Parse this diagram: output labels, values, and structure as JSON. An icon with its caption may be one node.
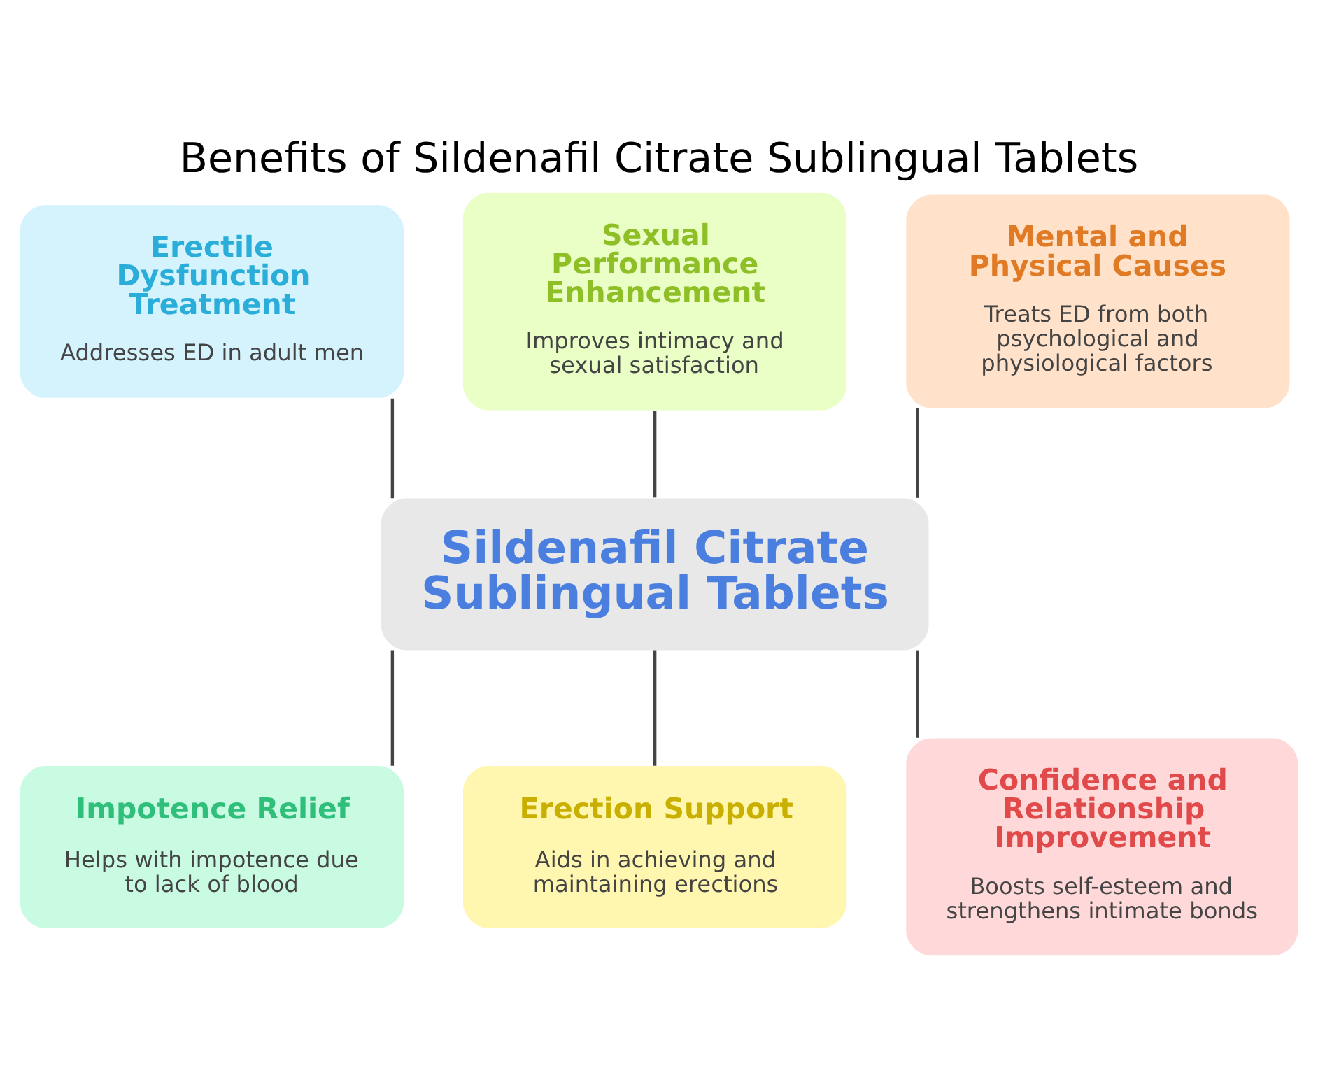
{
  "diagram": {
    "title": "Benefits of Sildenafil Citrate Sublingual Tablets",
    "nodes": [
      {
        "text": [
          "Erectile Dysfunction Treatment",
          "Addresses ED in adult men"
        ]
      },
      {
        "text": [
          "Sexual Performance Enhancement",
          "Improves intimacy and sexual satisfaction"
        ]
      },
      {
        "text": [
          "Mental and Physical Causes",
          "Treats ED from both psychological and physiological factors"
        ]
      },
      {
        "text": [
          "Sildenafil Citrate Sublingual Tablets"
        ]
      },
      {
        "text": [
          "Impotence Relief",
          "Helps with impotence due to lack of blood"
        ]
      },
      {
        "text": [
          "Erection Support",
          "Aids in achieving and maintaining erections"
        ]
      },
      {
        "text": [
          "Confidence and Relationship Improvement",
          "Boosts self-esteem and strengthens intimate bonds"
        ]
      }
    ],
    "edges": [
      {
        "from": 0,
        "to": 3,
        "arrow": "none"
      },
      {
        "from": 1,
        "to": 3,
        "arrow": "none"
      },
      {
        "from": 2,
        "to": 3,
        "arrow": "none"
      },
      {
        "from": 3,
        "to": 4,
        "arrow": "none"
      },
      {
        "from": 3,
        "to": 5,
        "arrow": "none"
      },
      {
        "from": 3,
        "to": 6,
        "arrow": "none"
      }
    ]
  }
}
